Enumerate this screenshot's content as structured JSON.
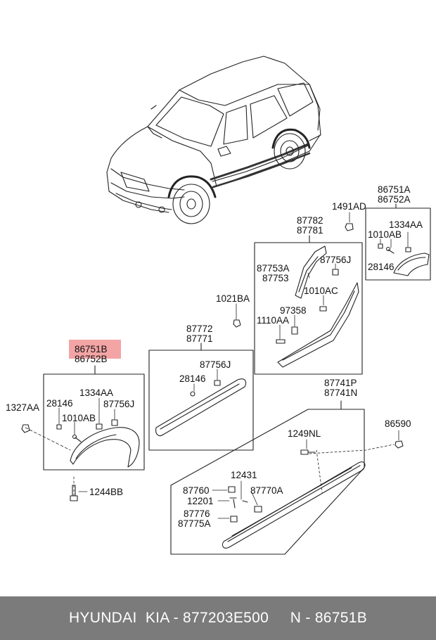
{
  "labels": {
    "p86751B": "86751B",
    "p86752B": "86752B",
    "p1327AA": "1327AA",
    "p28146_l": "28146",
    "p1334AA_l": "1334AA",
    "p87756J_l": "87756J",
    "p1010AB_l": "1010AB",
    "p1244BB": "1244BB",
    "p87772": "87772",
    "p87771": "87771",
    "p87756J_m": "87756J",
    "p28146_m": "28146",
    "p1021BA": "1021BA",
    "p87782": "87782",
    "p87781": "87781",
    "p87753A": "87753A",
    "p87753": "87753",
    "p87756J_r": "87756J",
    "p1010AC": "1010AC",
    "p97358": "97358",
    "p1110AA": "1110AA",
    "p1491AD": "1491AD",
    "p86751A": "86751A",
    "p86752A": "86752A",
    "p1334AA_r": "1334AA",
    "p1010AB_r": "1010AB",
    "p28146_r": "28146",
    "p87741P": "87741P",
    "p87741N": "87741N",
    "p86590": "86590",
    "p1249NL": "1249NL",
    "p12431": "12431",
    "p87760": "87760",
    "p87770A": "87770A",
    "p12201": "12201",
    "p87776": "87776",
    "p87775A": "87775A"
  },
  "footer": {
    "text": "HYUNDAI  KIA - 877203E500     N - 86751B"
  },
  "colors": {
    "highlight": "#f3a4a4",
    "footer_bg": "#7b7b7b",
    "footer_text": "#ffffff"
  }
}
